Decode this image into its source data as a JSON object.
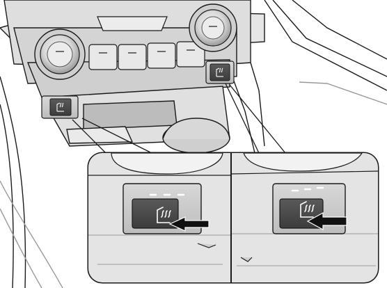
{
  "figure": {
    "corner_code_line1": "",
    "corner_code_line2": "",
    "subject": "seat-heater-switches",
    "callouts": [
      {
        "side": "driver",
        "indicator_count": 3,
        "pointer": "arrow-icon"
      },
      {
        "side": "passenger",
        "indicator_count": 3,
        "pointer": "arrow-icon"
      }
    ],
    "colors": {
      "line": "#1a1a1a",
      "panel_gray": "#c4c4c4",
      "button_dark": "#4a4a4a",
      "background": "#ffffff"
    }
  }
}
